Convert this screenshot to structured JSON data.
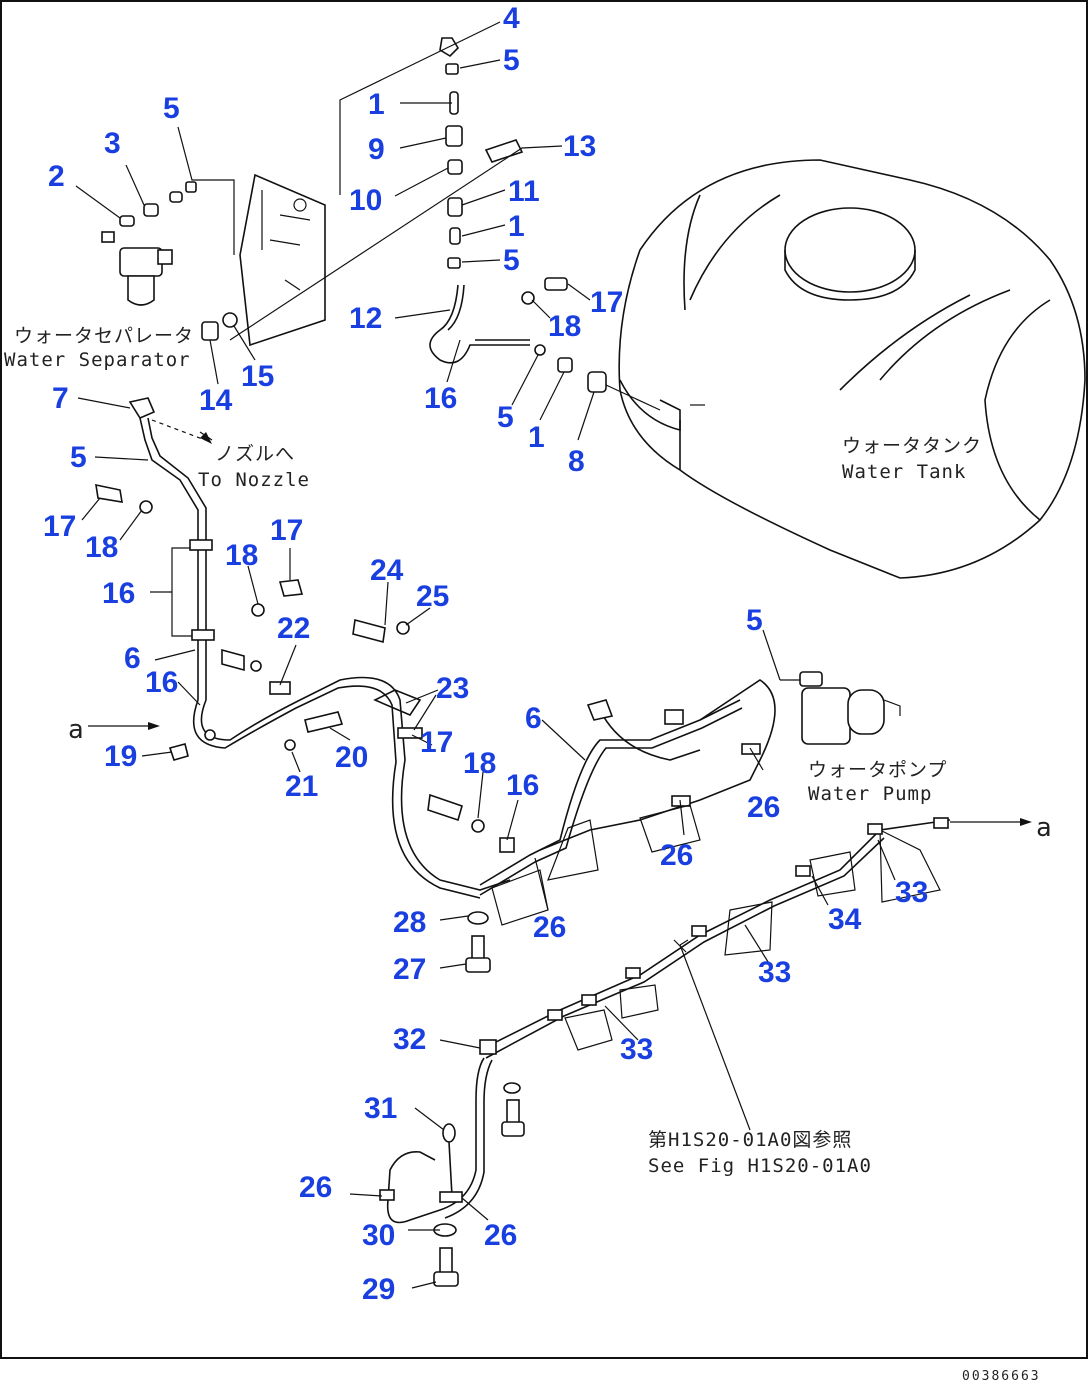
{
  "labels": {
    "water_separator_jp": "ウォータセパレータ",
    "water_separator_en": "Water Separator",
    "to_nozzle_jp": "ノズルへ",
    "to_nozzle_en": "To Nozzle",
    "water_tank_jp": "ウォータタンク",
    "water_tank_en": "Water Tank",
    "water_pump_jp": "ウォータポンプ",
    "water_pump_en": "Water Pump",
    "ref_jp": "第H1S20-01A0図参照",
    "ref_en": "See Fig H1S20-01A0",
    "arrow_left": "a",
    "arrow_right": "a",
    "drawing_code": "00386663"
  },
  "callouts": [
    "4",
    "5",
    "1",
    "9",
    "13",
    "10",
    "5",
    "3",
    "2",
    "11",
    "1",
    "5",
    "17",
    "18",
    "12",
    "15",
    "14",
    "16",
    "5",
    "1",
    "8",
    "7",
    "5",
    "17",
    "18",
    "16",
    "18",
    "17",
    "6",
    "16",
    "22",
    "24",
    "25",
    "23",
    "19",
    "21",
    "20",
    "17",
    "18",
    "16",
    "6",
    "5",
    "26",
    "26",
    "28",
    "26",
    "27",
    "32",
    "31",
    "26",
    "30",
    "26",
    "29",
    "33",
    "34",
    "33",
    "33"
  ]
}
